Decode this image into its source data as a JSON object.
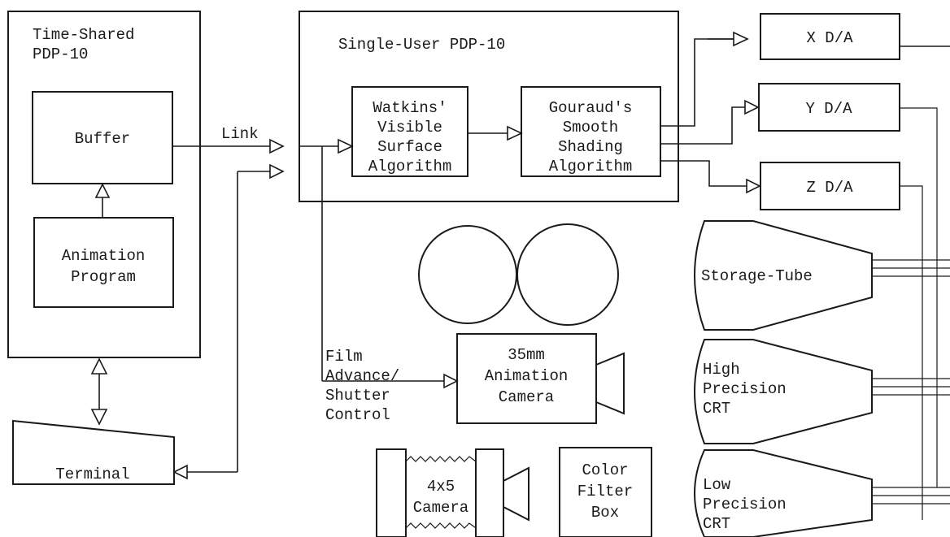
{
  "diagram": {
    "time_shared": {
      "line1": "Time-Shared",
      "line2": "PDP-10"
    },
    "buffer": "Buffer",
    "animation_program": {
      "line1": "Animation",
      "line2": "Program"
    },
    "terminal": "Terminal",
    "link": "Link",
    "single_user": "Single-User PDP-10",
    "watkins": {
      "line1": "Watkins'",
      "line2": "Visible",
      "line3": "Surface",
      "line4": "Algorithm"
    },
    "gouraud": {
      "line1": "Gouraud's",
      "line2": "Smooth",
      "line3": "Shading",
      "line4": "Algorithm"
    },
    "x_da": "X D/A",
    "y_da": "Y D/A",
    "z_da": "Z D/A",
    "storage_tube": "Storage-Tube",
    "high_precision": {
      "line1": "High",
      "line2": "Precision",
      "line3": "CRT"
    },
    "low_precision": {
      "line1": "Low",
      "line2": "Precision",
      "line3": "CRT"
    },
    "film_control": {
      "line1": "Film",
      "line2": "Advance/",
      "line3": "Shutter",
      "line4": "Control"
    },
    "camera_35mm": {
      "line1": "35mm",
      "line2": "Animation",
      "line3": "Camera"
    },
    "camera_4x5": {
      "line1": "4x5",
      "line2": "Camera"
    },
    "color_filter": {
      "line1": "Color",
      "line2": "Filter",
      "line3": "Box"
    }
  }
}
